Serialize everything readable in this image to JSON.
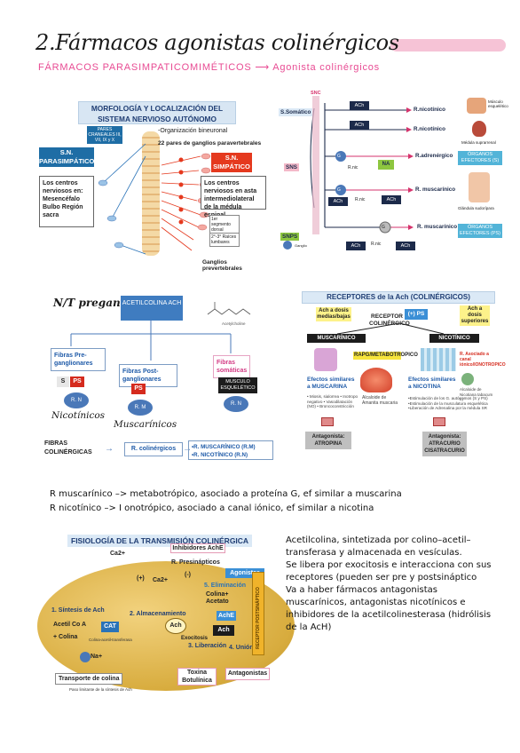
{
  "title": "2.Fármacos agonistas colinérgicos",
  "subtitle": "FÁRMACOS PARASIMPATICOMIMÉTICOS ⟶ Agonista colinérgicos",
  "colors": {
    "accent_pink": "#e84b93",
    "highlight": "#f6c3d6",
    "navy": "#1f3d73",
    "blue": "#3f7cc0",
    "red": "#d52b1e"
  },
  "panel_sna": {
    "heading": "MORFOLOGÍA Y LOCALIZACIÓN DEL SISTEMA NERVIOSO AUTÓNOMO",
    "snp_label": "S.N. PARASIMPÁTICO",
    "sns_label": "S.N. SIMPÁTICO",
    "snp_centers": "Los centros nerviosos en: Mesencéfalo Bulbo Región sacra",
    "sns_centers": "Los centros nerviosos en asta intermediolateral de la médula espinal",
    "pares": "PARES CRANEALES III, VII, IX y X",
    "org": "-Organización bineuronal",
    "pairs": "22 pares de ganglios paravertebrales",
    "prevert": "Ganglios prevertebrales",
    "seg": "1er segmento dorsal",
    "lumb": "2°-3° Raíces lumbares"
  },
  "panel_sns": {
    "snc": "SNC",
    "somatico": "S.Somático",
    "sns": "SNS",
    "snps": "SNPS",
    "ach": "ACh",
    "na": "NA",
    "rnic": "R.nic",
    "r_nicotinico_1": "R.nicotínico",
    "r_nicotinico_2": "R.nicotínico",
    "r_adrenergico": "R.adrenérgico",
    "r_muscarinico_1": "R. muscarínico",
    "r_muscarinico_2": "R. muscarínico",
    "musculo": "Músculo esquelético",
    "medula": "Médula suprarrenal",
    "glandula": "Glándula sudorípara",
    "organos1": "ÓRGANOS EFECTORES (S)",
    "organos2": "ÓRGANOS EFECTORES (PS)",
    "ganglio": "Ganglio",
    "g": "G"
  },
  "panel_nt": {
    "nt_label": "N/T preganglionar",
    "ach_box": "ACETILCOLINA ACH",
    "fib_pre": "Fibras Pre-ganglionares",
    "fib_post": "Fibras Post-ganglionares",
    "fib_som": "Fibras somáticas",
    "s": "S",
    "ps": "PS",
    "musc": "MUSCULO ESQUELÉTICO",
    "rn1": "R. N",
    "rm": "R. M",
    "rn2": "R. N",
    "nicotinicos": "Nicotínicos",
    "muscarinicos": "Muscarínicos",
    "fibras_col": "FIBRAS COLINÉRGICAS",
    "r_col": "R. colinérgicos",
    "rm_full": "•R. MUSCARÍNICO (R.M)",
    "rn_full": "•R. NICOTÍNICO (R.N)",
    "acetylcholine": "Acetylcholine"
  },
  "panel_rec": {
    "heading": "RECEPTORES de la Ach (COLINÉRGICOS)",
    "low": "Ach a dosis medias/bajas",
    "high": "Ach a dosis superiores",
    "receptor": "RECEPTOR COLINÉRGICO",
    "ps": "(+) PS",
    "musc": "MUSCARÍNICO",
    "nic": "NICOTÍNICO",
    "rapg": "RAPG/METABOTROPICO",
    "rcanal": "R. Asociado a canal iónico/IONOTROPICO",
    "eff_musc": "Efectos similares a MUSCARINA",
    "eff_nic": "Efectos similares a NICOTINA",
    "musc_list": "• Miosis, sialorrea • Inotropo negativo • Vasodilatación (NO) • Broncoconstricción",
    "nic_list": "•Estimulación de los G. autónomos (S y PS) •Estimulación de la musculatura esquelética •Liberación de Adrenalina por la médula SR",
    "amanita": "Alcaloide de Amanita muscaria",
    "nicotiana": "Alcaloide de Nicotiana tabacum L)",
    "ant_musc": "Antagonista: ATROPINA",
    "ant_nic": "Antagonista: ATRACURIO CISATRACURIO"
  },
  "notes": {
    "line1": "R muscarínico –> metabotrópico, asociado a proteína G, ef similar a muscarina",
    "line2": "R nicotínico –> I onotrópico, asociado a canal iónico, ef similar a nicotina"
  },
  "panel_fis": {
    "heading": "FISIOLOGÍA DE LA TRANSMISIÓN COLINÉRGICA",
    "ca": "Ca2+",
    "ca2": "Ca2+",
    "plus1": "(+)",
    "minus": "(-)",
    "inhib": "Inhibidores AchE",
    "presin": "R. Presinápticos",
    "agon": "Agonistas",
    "s1": "1. Síntesis de Ach",
    "s2": "2. Almacenamiento",
    "s3": "3. Liberación",
    "s4": "4. Unión R",
    "s5": "5. Eliminación",
    "acetil": "Acetil Co A",
    "colina": "+ Colina",
    "cat": "CAT",
    "cat_full": "Colina-acetil-transferasa",
    "ach": "Ach",
    "ach2": "Ach",
    "achE": "AchE",
    "exo": "Exocitosis",
    "col_acet": "Colina+ Acetato",
    "na": "Na+",
    "transporte": "Transporte de colina",
    "paso": "Paso limitante de la síntesis de Ach",
    "toxina": "Toxina Botulínica",
    "antag": "Antagonistas",
    "rec_post": "RECEPTOR POSTSINÁPTICO"
  },
  "desc": {
    "l1": "Acetilcolina, sintetizada por colino–acetil–",
    "l2": "transferasa y almacenada en vesículas.",
    "l3": "Se libera por exocitosis e interacciona con sus",
    "l4": "receptores (pueden ser pre y postsináptico",
    "l5": "Va a haber fármacos antagonistas",
    "l6": "muscarínicos, antagonistas nicotínicos e",
    "l7": "inhibidores de la acetilcolinesterasa (hidrólisis",
    "l8": "de la AcH)"
  }
}
